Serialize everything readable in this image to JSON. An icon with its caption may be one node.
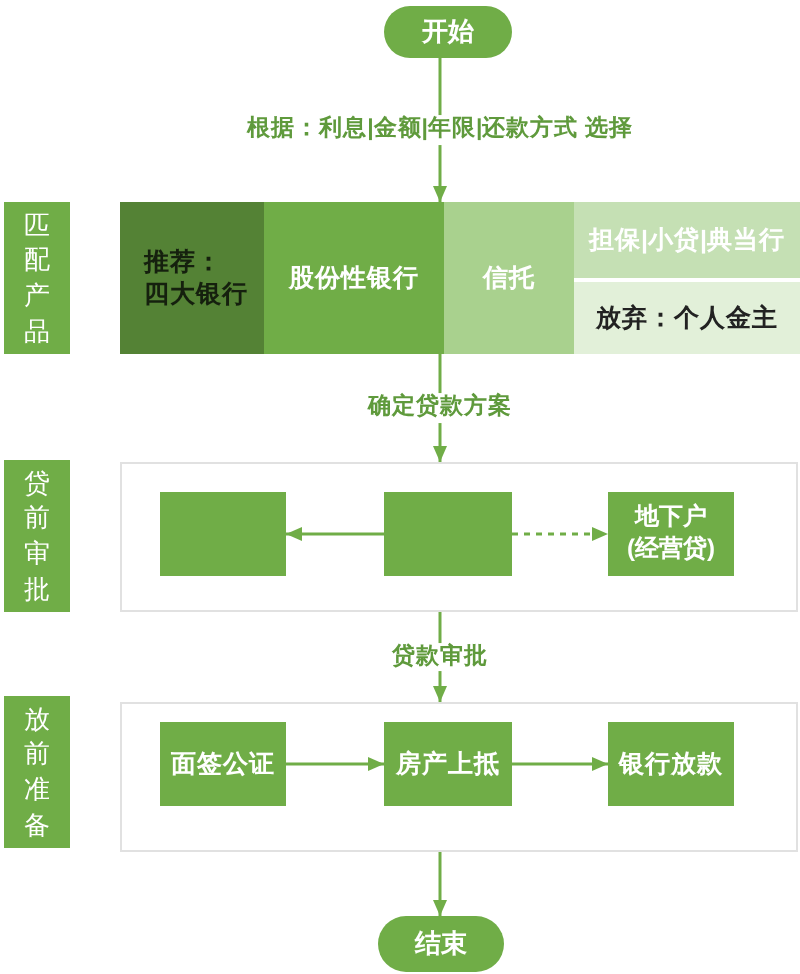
{
  "diagram": {
    "nodes": [
      {
        "text": [
          "开始"
        ]
      },
      {
        "text": [
          "匹配产品"
        ]
      },
      {
        "text": [
          "推荐：",
          "四大银行"
        ]
      },
      {
        "text": [
          "股份性银行"
        ]
      },
      {
        "text": [
          "信托"
        ]
      },
      {
        "text": [
          "担保|小贷|典当行"
        ]
      },
      {
        "text": [
          "放弃：个人金主"
        ]
      },
      {
        "text": [
          "贷前审批"
        ]
      },
      {
        "text": [],
        "shape": "box"
      },
      {
        "text": [],
        "shape": "box",
        "in": 8
      },
      {
        "text": [],
        "shape": "box",
        "in": 8
      },
      {
        "text": [
          "地下户",
          "(经营贷)"
        ],
        "in": 8
      },
      {
        "text": [
          "放前准备"
        ]
      },
      {
        "text": [],
        "shape": "box"
      },
      {
        "text": [
          "面签公证"
        ],
        "in": 13
      },
      {
        "text": [
          "房产上抵"
        ],
        "in": 13
      },
      {
        "text": [
          "银行放款"
        ],
        "in": 13
      },
      {
        "text": [
          "结束"
        ]
      }
    ],
    "edges": [
      {
        "from": 0,
        "to": 3,
        "arrow": "to",
        "label": "根据：利息|金额|年限|还款方式 选择"
      },
      {
        "from": 3,
        "to": 8,
        "arrow": "to",
        "label": "确定贷款方案"
      },
      {
        "from": 10,
        "to": 9,
        "arrow": "to"
      },
      {
        "from": 10,
        "to": 11,
        "arrow": "to",
        "style": "dashed"
      },
      {
        "from": 8,
        "to": 13,
        "arrow": "to",
        "label": "贷款审批"
      },
      {
        "from": 14,
        "to": 15,
        "arrow": "to"
      },
      {
        "from": 15,
        "to": 16,
        "arrow": "to"
      },
      {
        "from": 13,
        "to": 17,
        "arrow": "to"
      }
    ]
  }
}
